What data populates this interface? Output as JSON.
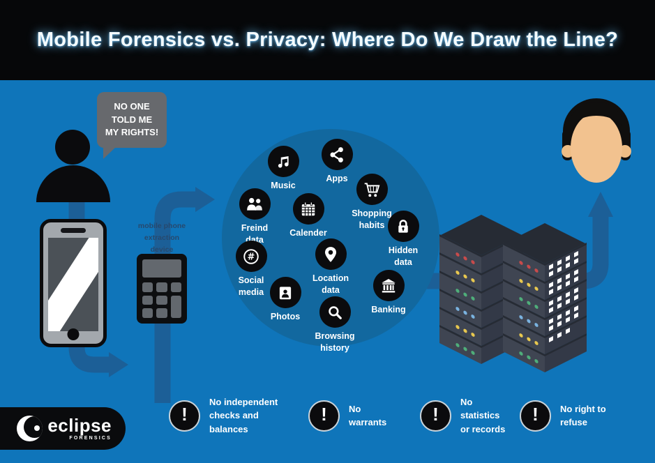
{
  "header": {
    "title": "Mobile Forensics vs. Privacy: Where Do We Draw the Line?"
  },
  "speech_bubble": {
    "text": "NO ONE\nTOLD ME\nMY RIGHTS!"
  },
  "extraction_device": {
    "label": "mobile phone\nextraction\ndevice"
  },
  "data_circle": {
    "items": [
      {
        "label": "Music",
        "icon": "music-note-icon"
      },
      {
        "label": "Apps",
        "icon": "share-icon"
      },
      {
        "label": "Shopping\nhabits",
        "icon": "shopping-cart-icon"
      },
      {
        "label": "Freind\ndata",
        "icon": "people-icon"
      },
      {
        "label": "Calender",
        "icon": "calendar-icon"
      },
      {
        "label": "Hidden\ndata",
        "icon": "padlock-icon"
      },
      {
        "label": "Social\nmedia",
        "icon": "hashtag-icon"
      },
      {
        "label": "Location\ndata",
        "icon": "map-pin-icon"
      },
      {
        "label": "Photos",
        "icon": "photo-icon"
      },
      {
        "label": "Banking",
        "icon": "bank-icon"
      },
      {
        "label": "Browsing\nhistory",
        "icon": "magnifier-icon"
      }
    ]
  },
  "warning_icon_glyph": "!",
  "warnings": [
    {
      "text": "No independent\nchecks and\nbalances"
    },
    {
      "text": "No\nwarrants"
    },
    {
      "text": "No\nstatistics\nor records"
    },
    {
      "text": "No right to\nrefuse"
    }
  ],
  "logo": {
    "name": "eclipse",
    "subtitle": "FORENSICS"
  },
  "colors": {
    "background": "#0f75ba",
    "circle_fill": "#12689f",
    "arrow": "#1c5f97",
    "header_bg": "#060709",
    "bubble_gray": "#67696d",
    "text": "#ffffff"
  }
}
